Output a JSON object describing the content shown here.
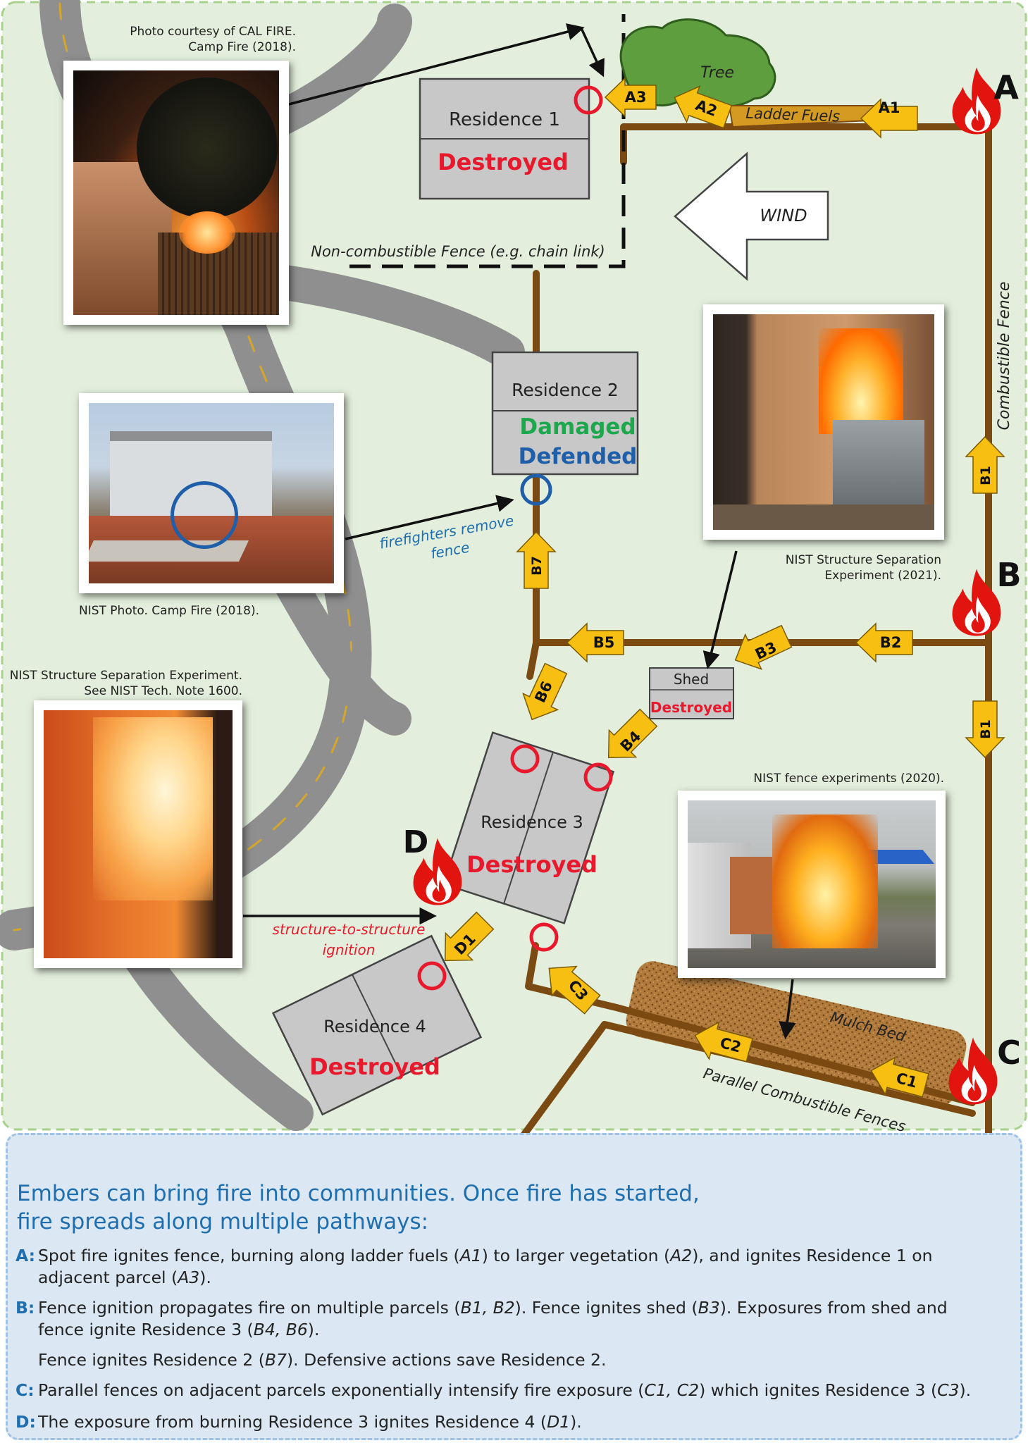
{
  "residences": {
    "r1": {
      "name": "Residence 1",
      "status": "Destroyed"
    },
    "r2": {
      "name": "Residence 2",
      "status1": "Damaged",
      "status2": "Defended"
    },
    "r3": {
      "name": "Residence 3",
      "status": "Destroyed"
    },
    "r4": {
      "name": "Residence  4",
      "status": "Destroyed"
    },
    "shed": {
      "name": "Shed",
      "status": "Destroyed"
    }
  },
  "labels": {
    "tree": "Tree",
    "ladder_fuels": "Ladder Fuels",
    "wind": "WIND",
    "noncomb_fence": "Non-combustible Fence (e.g. chain link)",
    "combustible_fence": "Combustible Fence",
    "mulch_bed": "Mulch Bed",
    "parallel_fences": "Parallel Combustible Fences",
    "firefighters_1": "firefighters remove",
    "firefighters_2": "fence",
    "sts_1": "structure-to-structure",
    "sts_2": "ignition"
  },
  "sources": {
    "a": "A",
    "b": "B",
    "c": "C",
    "d": "D"
  },
  "arrows": {
    "a1": "A1",
    "a2": "A2",
    "a3": "A3",
    "b1": "B1",
    "b2": "B2",
    "b3": "B3",
    "b4": "B4",
    "b5": "B5",
    "b6": "B6",
    "b7": "B7",
    "c1": "C1",
    "c2": "C2",
    "c3": "C3",
    "d1": "D1"
  },
  "captions": {
    "calfire_1": "Photo courtesy of CAL FIRE.",
    "calfire_2": "Camp Fire (2018).",
    "nist_camp": "NIST Photo. Camp Fire (2018).",
    "nist_sep2021_1": "NIST Structure Separation",
    "nist_sep2021_2": "Experiment (2021).",
    "nist_sep_1": "NIST Structure Separation Experiment.",
    "nist_sep_2": "See NIST Tech. Note 1600.",
    "nist_fence": "NIST fence experiments (2020)."
  },
  "legend": {
    "title1": "Embers can bring fire into communities. Once fire has started,",
    "title2": "fire spreads along multiple pathways:",
    "a_key": "A:",
    "b_key": "B:",
    "c_key": "C:",
    "d_key": "D:",
    "a1": "Spot fire ignites fence, burning along ladder fuels (",
    "a1_i": "A1",
    "a2": ") to larger vegetation (",
    "a2_i": "A2",
    "a3": "), and ignites Residence 1 on adjacent parcel (",
    "a3_i": "A3",
    "a4": ").",
    "b1": "Fence ignition propagates fire on multiple parcels (",
    "b1_i": "B1, B2",
    "b2": "). Fence ignites shed (",
    "b2_i": "B3",
    "b3": "). Exposures from shed and fence ignite Residence 3 (",
    "b3_i": "B4, B6",
    "b4": ").",
    "b5": "Fence ignites Residence 2 (",
    "b5_i": "B7",
    "b6": "). Defensive actions save Residence 2.",
    "c1": "Parallel fences on adjacent parcels exponentially intensify fire exposure (",
    "c1_i": "C1, C2",
    "c2": ") which ignites Residence 3 (",
    "c2_i": "C3",
    "c3": ").",
    "d1": "The exposure from burning Residence 3 ignites Residence 4 (",
    "d1_i": "D1",
    "d2": ")."
  },
  "colors": {
    "map_bg": "#e3efdc",
    "legend_bg": "#dbe7f2",
    "road": "#8f8f8f",
    "fence": "#7b4a12",
    "arrow_fill": "#f6bf12",
    "destroyed": "#e8192c",
    "damaged": "#1ea84d",
    "defended": "#1f5ea8",
    "title_blue": "#1f6fb0"
  }
}
